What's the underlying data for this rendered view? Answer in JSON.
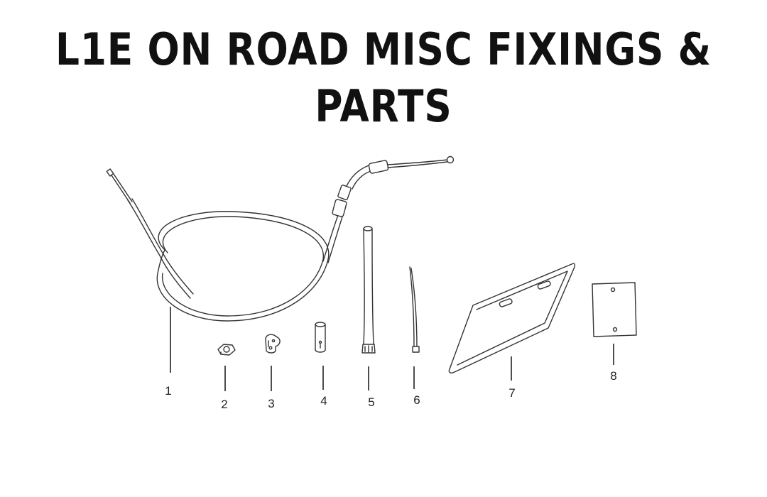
{
  "title": "L1E ON ROAD MISC FIXINGS & PARTS",
  "callouts": [
    {
      "id": "part-1",
      "label": "1"
    },
    {
      "id": "part-2",
      "label": "2"
    },
    {
      "id": "part-3",
      "label": "3"
    },
    {
      "id": "part-4",
      "label": "4"
    },
    {
      "id": "part-5",
      "label": "5"
    },
    {
      "id": "part-6",
      "label": "6"
    },
    {
      "id": "part-7",
      "label": "7"
    },
    {
      "id": "part-8",
      "label": "8"
    }
  ],
  "colors": {
    "background": "#ffffff",
    "ink": "#222222"
  }
}
